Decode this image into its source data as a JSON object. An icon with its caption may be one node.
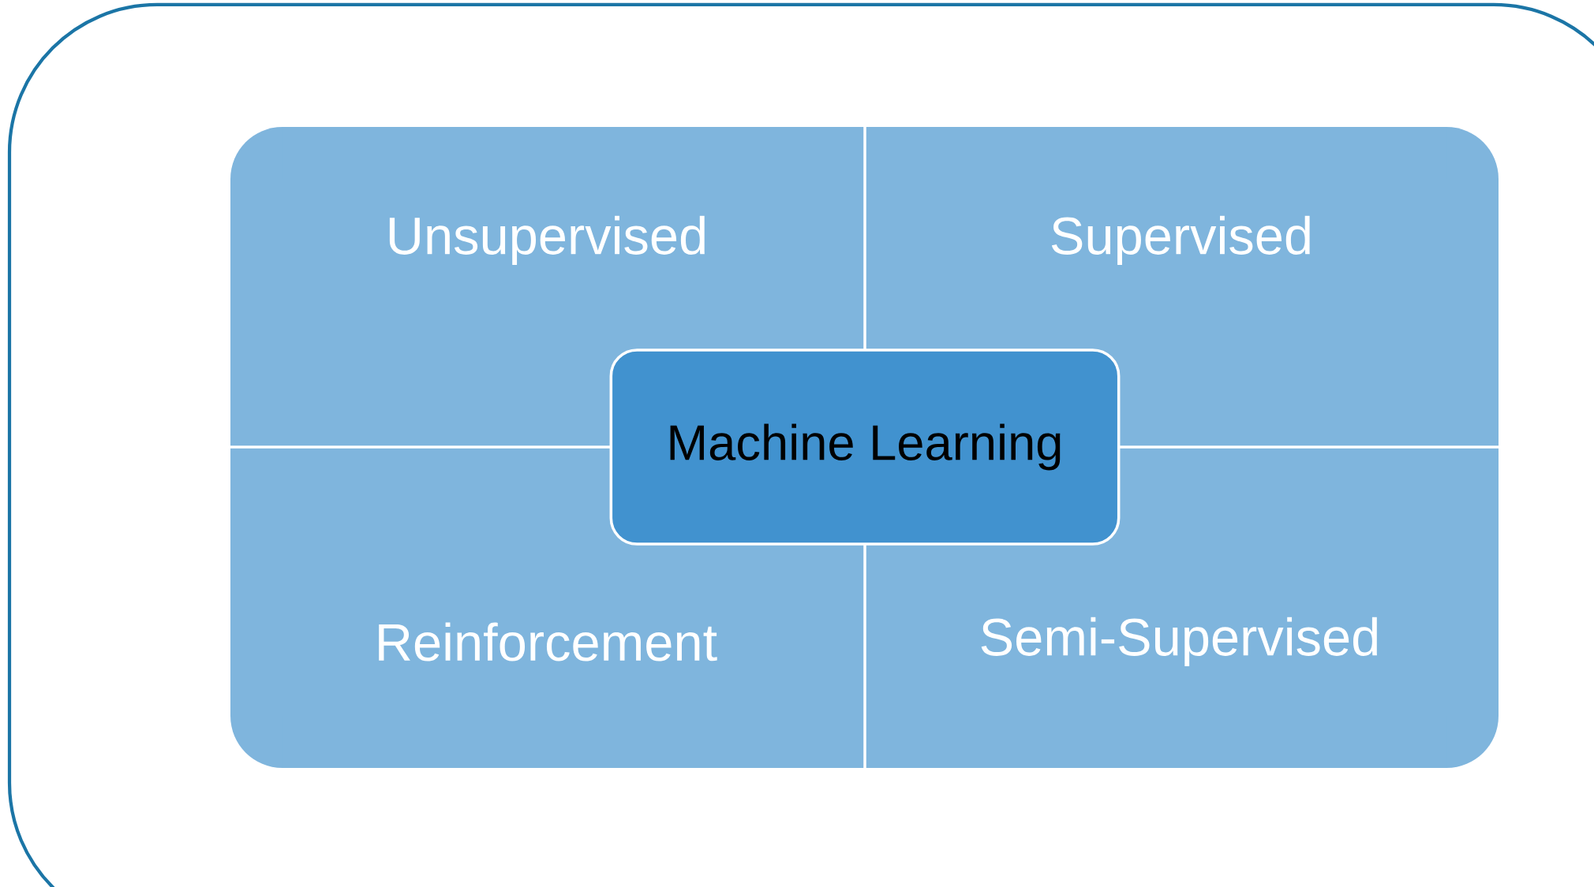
{
  "diagram": {
    "nodes": [
      {
        "text": [
          "Unsupervised"
        ]
      },
      {
        "text": [
          "Supervised"
        ]
      },
      {
        "text": [
          "Machine Learning"
        ]
      },
      {
        "text": [
          "Reinforcement"
        ]
      },
      {
        "text": [
          "Semi-Supervised"
        ]
      }
    ]
  }
}
